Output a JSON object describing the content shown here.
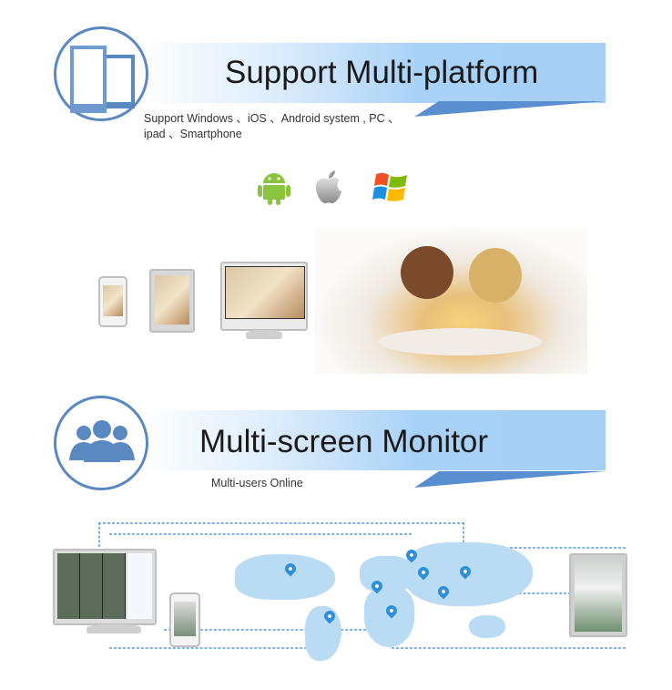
{
  "section1": {
    "title": "Support Multi-platform",
    "subtitle_line1": "Support Windows 、iOS 、Android system , PC  、",
    "subtitle_line2": "ipad 、Smartphone",
    "icon": "devices-icon",
    "platform_icons": [
      "android-icon",
      "apple-icon",
      "windows-icon"
    ]
  },
  "section2": {
    "title": "Multi-screen Monitor",
    "subtitle": "Multi-users Online",
    "icon": "users-icon"
  },
  "colors": {
    "accent": "#5a88c0",
    "banner": "#a9d2f8",
    "pin": "#2f8fd8"
  }
}
